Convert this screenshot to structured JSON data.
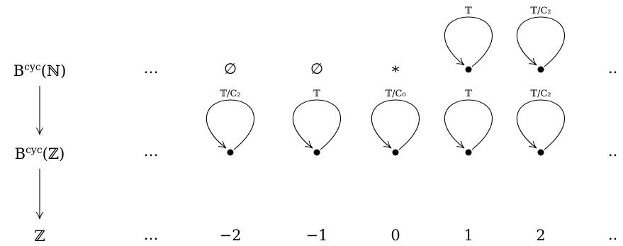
{
  "rows": [
    {
      "label": "B<sup>cyc</sup>(ℕ)",
      "label_base": "B",
      "label_sup": "cyc",
      "label_arg": "(ℕ)",
      "ellipsis_left": "…",
      "ellipsis_right": "..",
      "cells": [
        {
          "kind": "text",
          "text": "∅"
        },
        {
          "kind": "text",
          "text": "∅"
        },
        {
          "kind": "text",
          "text": "∗"
        },
        {
          "kind": "loop",
          "loop_label": "𝕋",
          "point": "•"
        },
        {
          "kind": "loop",
          "loop_label": "𝕋/C₂",
          "point": "•"
        }
      ]
    },
    {
      "label_base": "B",
      "label_sup": "cyc",
      "label_arg": "(ℤ)",
      "ellipsis_left": "…",
      "ellipsis_right": "..",
      "cells": [
        {
          "kind": "loop",
          "loop_label": "𝕋/C₂",
          "point": "•"
        },
        {
          "kind": "loop",
          "loop_label": "𝕋",
          "point": "•"
        },
        {
          "kind": "loop",
          "loop_label": "𝕋/C₀",
          "point": "•"
        },
        {
          "kind": "loop",
          "loop_label": "𝕋",
          "point": "•"
        },
        {
          "kind": "loop",
          "loop_label": "𝕋/C₂",
          "point": "•"
        }
      ]
    },
    {
      "label_base": "ℤ",
      "label_sup": "",
      "label_arg": "",
      "ellipsis_left": "…",
      "ellipsis_right": "..",
      "cells": [
        {
          "kind": "text",
          "text": "−2"
        },
        {
          "kind": "text",
          "text": "−1"
        },
        {
          "kind": "text",
          "text": "0"
        },
        {
          "kind": "text",
          "text": "1"
        },
        {
          "kind": "text",
          "text": "2"
        }
      ]
    }
  ]
}
